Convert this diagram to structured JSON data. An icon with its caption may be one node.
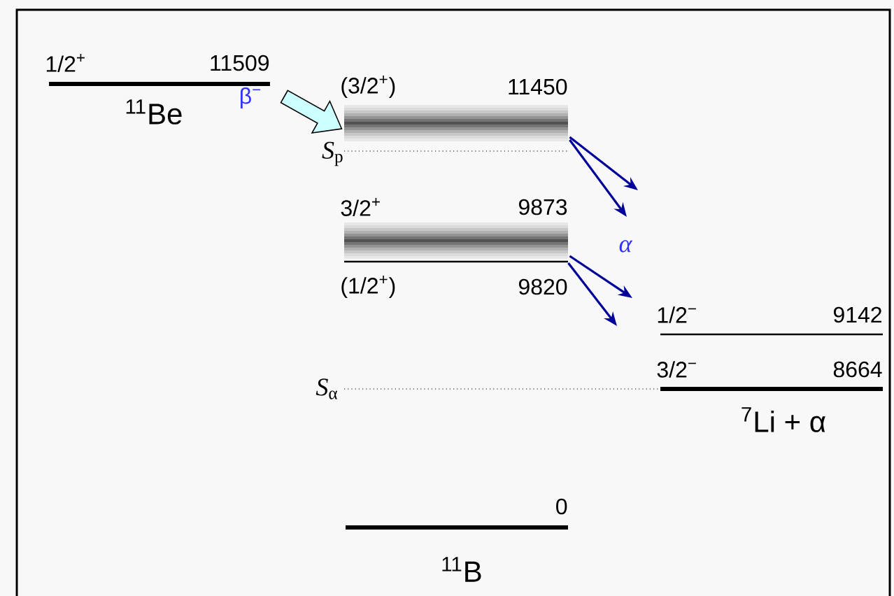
{
  "diagram": {
    "nodes": [
      {
        "text": [
          "1/2$^{+}$",
          "11509"
        ]
      },
      {
        "text": [
          "(3/2$^{+}$)",
          "11450"
        ]
      },
      {
        "text": [
          "3/2$^{+}$",
          "9873"
        ]
      },
      {
        "text": [
          "(1/2$^{+}$)",
          "9820"
        ]
      },
      {
        "text": [
          "1/2$^{−}$",
          "9142"
        ]
      },
      {
        "text": [
          "3/2$^{−}$",
          "8664"
        ]
      },
      {
        "text": [
          "0"
        ]
      }
    ],
    "edges": [
      {
        "from": 0,
        "to": 1,
        "arrow": "to",
        "label": "β$^{−}$",
        "style": "thick",
        "color": "#ccffff"
      },
      {
        "from": 1,
        "to": null,
        "arrow": "to"
      },
      {
        "from": 1,
        "to": null,
        "arrow": "to"
      },
      {
        "from": 2,
        "to": null,
        "arrow": "to"
      },
      {
        "from": 3,
        "to": null,
        "arrow": "to"
      }
    ],
    "labels": [
      "$^{11}$Be",
      "*S*$_{p}$",
      "α",
      "*S*$_{α}$",
      "$^{7}$Li + α",
      "$^{11}$B"
    ]
  }
}
